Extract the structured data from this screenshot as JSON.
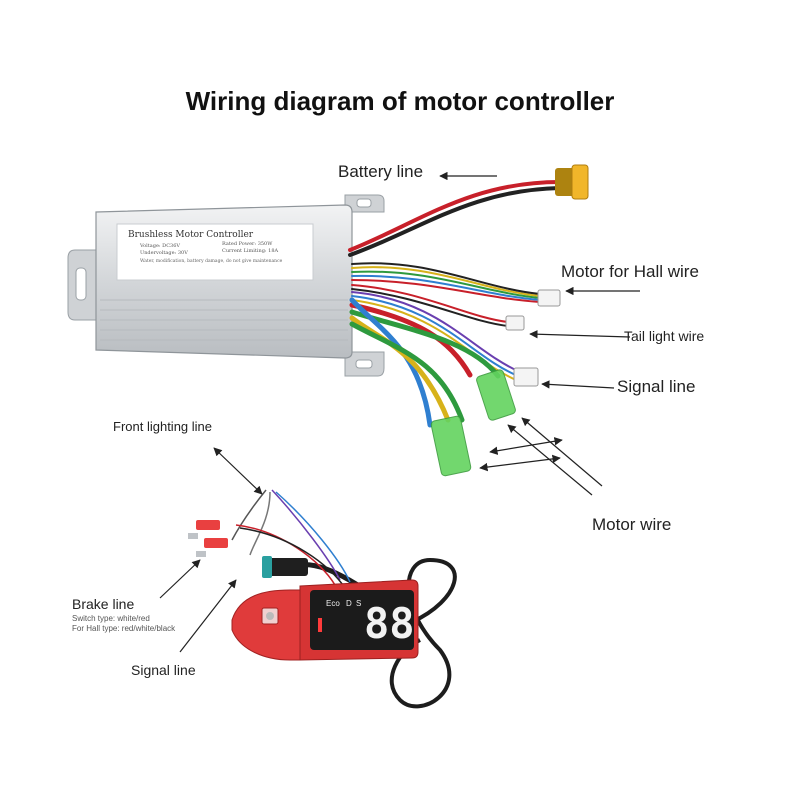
{
  "title": "Wiring diagram of motor controller",
  "controller": {
    "name": "Brushless Motor Controller",
    "spec_left_1": "Voltage: DC36V",
    "spec_left_2": "Undervoltage: 30V",
    "spec_right_1": "Rated Power: 350W",
    "spec_right_2": "Current Limiting: 18A",
    "note": "Water, modification, battery damage, do not give maintenance"
  },
  "labels": {
    "battery_line": "Battery line",
    "motor_hall_wire": "Motor for Hall wire",
    "tail_light_wire": "Tail light wire",
    "signal_line_right": "Signal line",
    "motor_wire": "Motor wire",
    "front_lighting_line": "Front lighting line",
    "brake_line": "Brake line",
    "brake_switch_note": "Switch type: white/red",
    "brake_hall_note": "For Hall type: red/white/black",
    "signal_line_left": "Signal line"
  },
  "display": {
    "digits": "88",
    "mode_eco": "Eco",
    "mode_d": "D",
    "mode_s": "S"
  },
  "colors": {
    "controller_body": "#d8dadd",
    "wire_red": "#c8202a",
    "wire_green": "#2e9a3e",
    "wire_blue": "#2f7fd0",
    "wire_yellow": "#d7b21a",
    "connector_green": "#63d35f",
    "connector_yellow": "#f1b62a",
    "display_board": "#e03b3b"
  }
}
